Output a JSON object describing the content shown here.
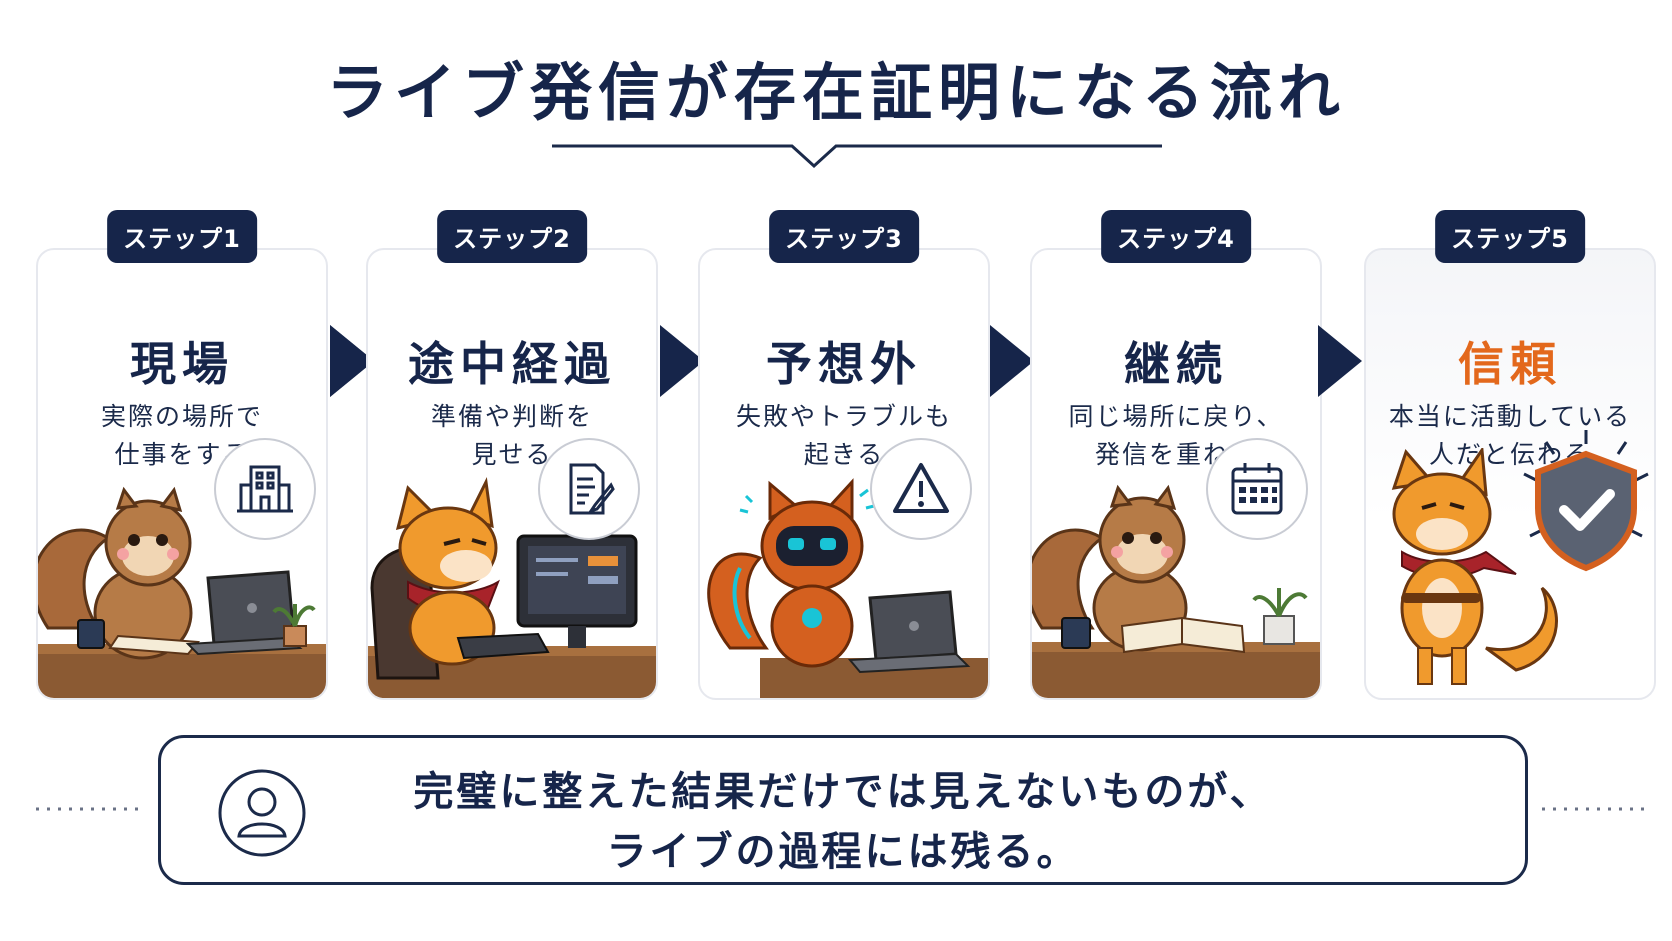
{
  "title": "ライブ発信が存在証明になる流れ",
  "steps": [
    {
      "badge": "ステップ1",
      "title": "現場",
      "desc": [
        "実際の場所で",
        "仕事をする"
      ],
      "icon": "building-icon",
      "character": "squirrel-writing"
    },
    {
      "badge": "ステップ2",
      "title": "途中経過",
      "desc": [
        "準備や判断を",
        "見せる"
      ],
      "icon": "document-pen-icon",
      "character": "fox-at-computer"
    },
    {
      "badge": "ステップ3",
      "title": "予想外",
      "desc": [
        "失敗やトラブルも",
        "起きる"
      ],
      "icon": "warning-icon",
      "character": "robot-squirrel"
    },
    {
      "badge": "ステップ4",
      "title": "継続",
      "desc": [
        "同じ場所に戻り、",
        "発信を重ねる"
      ],
      "icon": "calendar-icon",
      "character": "squirrel-notebook"
    },
    {
      "badge": "ステップ5",
      "title": "信頼",
      "desc": [
        "本当に活動している",
        "人だと伝わる"
      ],
      "icon": "shield-check-icon",
      "character": "fox-confident"
    }
  ],
  "message": {
    "lines": [
      "完璧に整えた結果だけでは見えないものが、",
      "ライブの過程には残る。"
    ],
    "icon": "person-icon"
  },
  "colors": {
    "navy": "#16254a",
    "orange": "#e3681c",
    "card_border": "#e6e8ee"
  }
}
